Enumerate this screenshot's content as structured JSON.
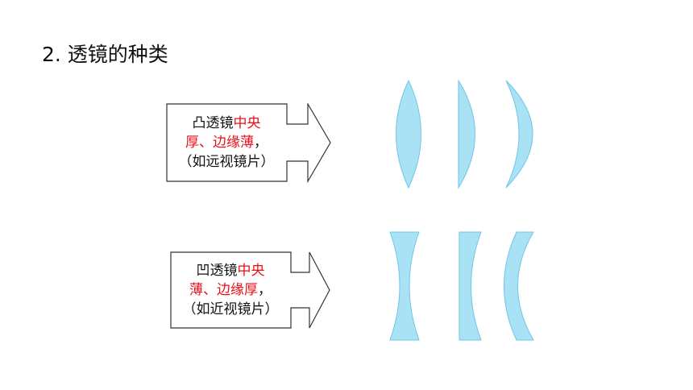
{
  "page": {
    "title": "2. 透镜的种类"
  },
  "convex_callout": {
    "line1_plain": "凸透镜",
    "line1_red": "中央",
    "line2_red": "厚、边缘薄",
    "line2_plain": "，",
    "line3": "（如远视镜片）"
  },
  "concave_callout": {
    "line1_plain": "凹透镜",
    "line1_red": "中央",
    "line2_red": "薄、边缘厚",
    "line2_plain": "，",
    "line3": "（如近视镜片）"
  },
  "colors": {
    "lens_fill": "#a9e1f5",
    "lens_stroke": "#6fc6e6",
    "emphasis": "#e8101a"
  }
}
